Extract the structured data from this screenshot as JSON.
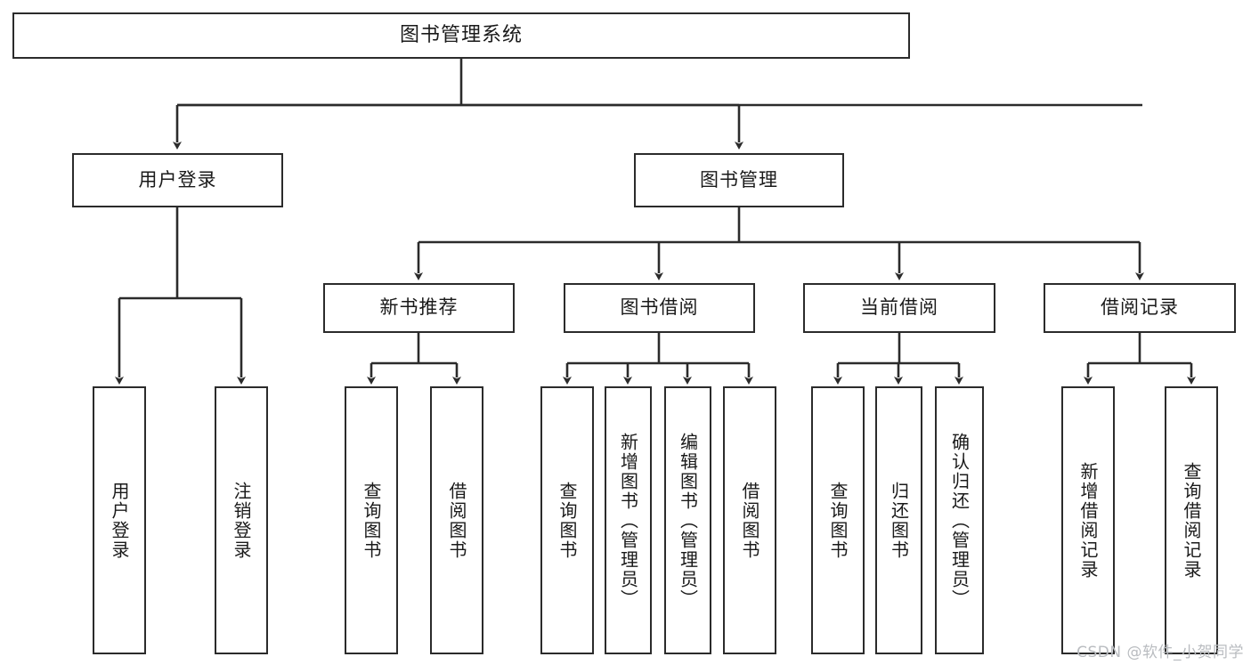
{
  "diagram": {
    "title": "图书管理系统",
    "type": "hierarchy-tree",
    "watermark": "CSDN @软件_小贺同学",
    "colors": {
      "stroke": "#2b2b2b",
      "fill": "#ffffff",
      "text": "#1a1a1a",
      "watermark": "#b9bcc0"
    },
    "nodes": {
      "root": {
        "label": "图书管理系统"
      },
      "level2": [
        {
          "label": "用户登录"
        },
        {
          "label": "图书管理"
        }
      ],
      "level3": [
        {
          "label": "新书推荐"
        },
        {
          "label": "图书借阅"
        },
        {
          "label": "当前借阅"
        },
        {
          "label": "借阅记录"
        }
      ],
      "leaves_user_login": [
        {
          "label": "用户登录"
        },
        {
          "label": "注销登录"
        }
      ],
      "leaves_new_book": [
        {
          "label": "查询图书"
        },
        {
          "label": "借阅图书"
        }
      ],
      "leaves_borrow": [
        {
          "label": "查询图书"
        },
        {
          "label": "新增图书（管理员）"
        },
        {
          "label": "编辑图书（管理员）"
        },
        {
          "label": "借阅图书"
        }
      ],
      "leaves_current": [
        {
          "label": "查询图书"
        },
        {
          "label": "归还图书"
        },
        {
          "label": "确认归还（管理员）"
        }
      ],
      "leaves_records": [
        {
          "label": "新增借阅记录"
        },
        {
          "label": "查询借阅记录"
        }
      ]
    }
  }
}
